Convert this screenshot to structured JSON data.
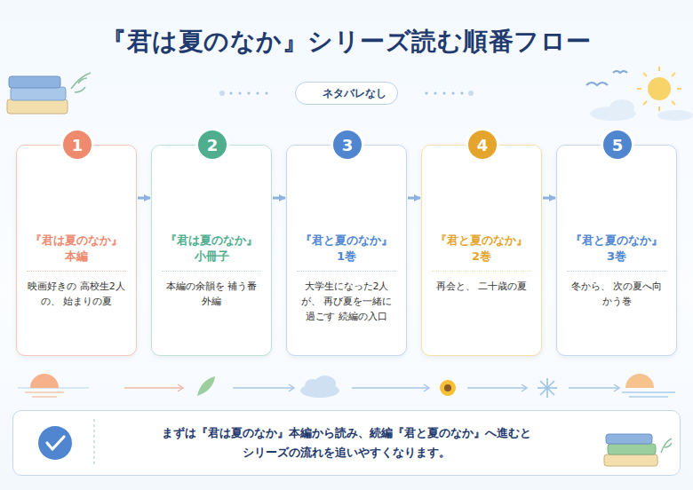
{
  "diagram": {
    "title": "『君は夏のなか』シリーズ読む順番フロー",
    "nodes": [
      {
        "text": [
          "ネタバレなし"
        ]
      },
      {
        "text": [
          "『君は夏のなか』 本編",
          "映画好きの 高校生2人の、 始まりの夏"
        ]
      },
      {
        "text": [
          "1"
        ],
        "in": 1
      },
      {
        "text": [
          "『君は夏のなか』 小冊子",
          "本編の余韻を 補う番外編"
        ]
      },
      {
        "text": [
          "2"
        ],
        "in": 3
      },
      {
        "text": [
          "『君と夏のなか』 1巻",
          "大学生になった2人が、 再び夏を一緒に過ごす 続編の入口"
        ]
      },
      {
        "text": [
          "3"
        ],
        "in": 5
      },
      {
        "text": [
          "『君と夏のなか』 2巻",
          "再会と、 二十歳の夏"
        ]
      },
      {
        "text": [
          "4"
        ],
        "in": 7
      },
      {
        "text": [
          "『君と夏のなか』 3巻",
          "冬から、 次の夏へ向かう巻"
        ]
      },
      {
        "text": [
          "5"
        ],
        "in": 9
      },
      {
        "text": [
          "まずは『君は夏のなか』本編から読み、続編『君と夏のなか』へ進むと シリーズの流れを追いやすくなります。"
        ]
      }
    ],
    "edges": [
      {
        "from": 1,
        "to": 3,
        "arrow": "to"
      },
      {
        "from": 3,
        "to": 5,
        "arrow": "to"
      },
      {
        "from": 5,
        "to": 7,
        "arrow": "to"
      },
      {
        "from": 7,
        "to": 9,
        "arrow": "to"
      }
    ]
  }
}
